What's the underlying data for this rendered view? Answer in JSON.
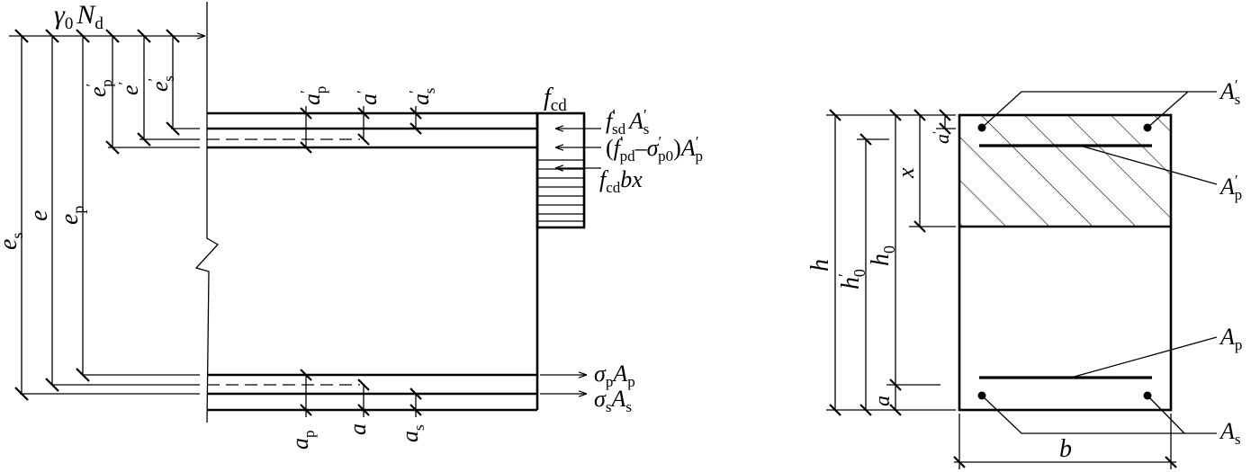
{
  "diagram": {
    "left": {
      "load": {
        "gamma": "γ",
        "sub0": "0",
        "N": "N",
        "subd": "d"
      },
      "top_dims": {
        "ep_prime": {
          "base": "e",
          "sup": "′",
          "sub": "p"
        },
        "e_prime": {
          "base": "e",
          "sup": "′"
        },
        "es_prime": {
          "base": "e",
          "sup": "′",
          "sub": "s"
        }
      },
      "side_dims": {
        "es": {
          "base": "e",
          "sub": "s"
        },
        "e": {
          "base": "e"
        },
        "ep": {
          "base": "e",
          "sub": "p"
        }
      },
      "top_offsets": {
        "ap_prime": {
          "base": "a",
          "sup": "′",
          "sub": "p"
        },
        "a_prime": {
          "base": "a",
          "sup": "′"
        },
        "as_prime": {
          "base": "a",
          "sup": "′",
          "sub": "s"
        }
      },
      "bottom_offsets": {
        "ap": {
          "base": "a",
          "sub": "p"
        },
        "a": {
          "base": "a"
        },
        "as": {
          "base": "a",
          "sub": "s"
        }
      },
      "stress_label": {
        "base": "f",
        "sub": "cd"
      },
      "forces": {
        "fsd": {
          "f": "f",
          "sup": "′",
          "sub": "sd",
          "A": "A",
          "Asup": "′",
          "Asub": "s"
        },
        "prestress": {
          "open": "(",
          "f": "f",
          "fsup": "′",
          "fsub": "pd",
          "dash": "–",
          "sigma": "σ",
          "ssup": "′",
          "ssub": "p0",
          "close": ")",
          "A": "A",
          "Asup": "′",
          "Asub": "p"
        },
        "fcdbx": {
          "f": "f",
          "sub": "cd",
          "rest": "bx"
        },
        "sigma_p": {
          "sigma": "σ",
          "ssub": "p",
          "A": "A",
          "Asub": "p"
        },
        "sigma_s": {
          "sigma": "σ",
          "ssub": "s",
          "A": "A",
          "Asub": "s"
        }
      }
    },
    "right": {
      "labels": {
        "As_prime": {
          "base": "A",
          "sup": "′",
          "sub": "s"
        },
        "Ap_prime": {
          "base": "A",
          "sup": "′",
          "sub": "p"
        },
        "Ap": {
          "base": "A",
          "sub": "p"
        },
        "As": {
          "base": "A",
          "sub": "s"
        },
        "b": "b",
        "h": "h",
        "h0_prime": {
          "base": "h",
          "sup": "′",
          "sub": "0"
        },
        "h0": {
          "base": "h",
          "sub": "0"
        },
        "x": "x",
        "a_prime": {
          "base": "a",
          "sup": "′"
        },
        "a": "a"
      }
    }
  }
}
